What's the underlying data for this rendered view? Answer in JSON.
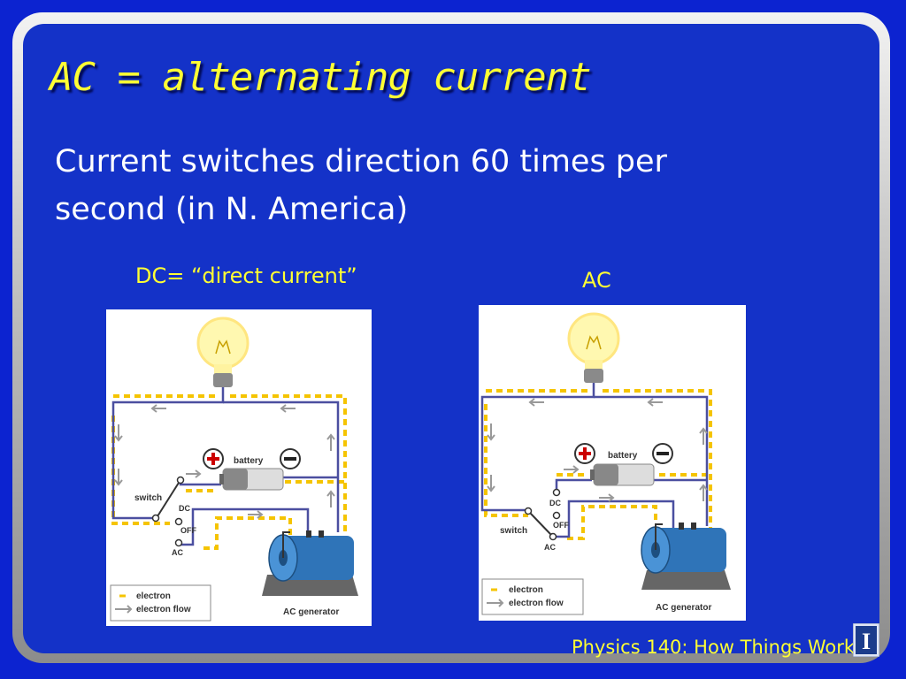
{
  "slide": {
    "title": "AC = alternating current",
    "body_lines": [
      "Current switches direction 60 times per",
      "second (in N. America)"
    ],
    "footer": "Physics 140: How Things Work",
    "logo_letter": "I"
  },
  "diagrams": {
    "dc": {
      "caption": "DC= “direct current”",
      "labels": {
        "battery": "battery",
        "switch": "switch",
        "dc": "DC",
        "off": "OFF",
        "ac": "AC",
        "generator": "AC generator",
        "legend_electron": "electron",
        "legend_flow": "electron flow"
      }
    },
    "ac": {
      "caption": "AC",
      "labels": {
        "battery": "battery",
        "switch": "switch",
        "dc": "DC",
        "off": "OFF",
        "ac": "AC",
        "generator": "AC generator",
        "legend_electron": "electron",
        "legend_flow": "electron flow"
      }
    }
  },
  "colors": {
    "background": "#1432c8",
    "title": "#ffff33",
    "body_text": "#ffffff",
    "wire": "#4b4fa0",
    "electron": "#f5c400",
    "generator": "#2f74b8"
  },
  "icons": [
    "light-bulb-icon",
    "plus-terminal-icon",
    "minus-terminal-icon",
    "battery-icon",
    "generator-icon",
    "university-logo-icon"
  ]
}
